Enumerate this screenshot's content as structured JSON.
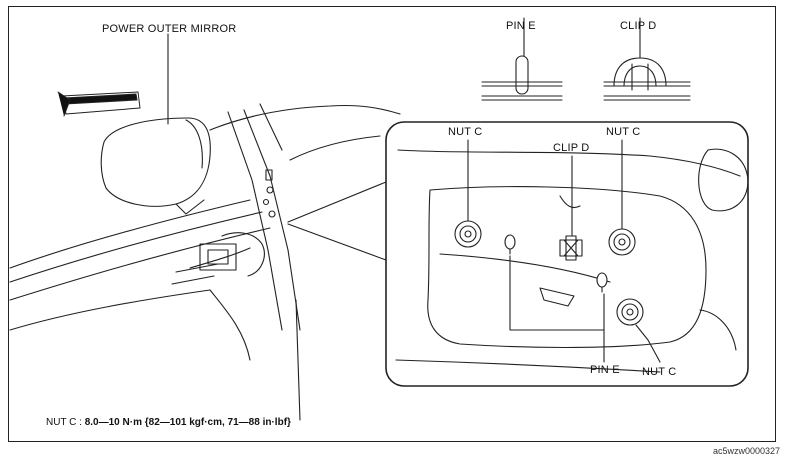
{
  "labels": {
    "power_outer_mirror": "POWER OUTER MIRROR",
    "pin_e_top": "PIN E",
    "clip_d_top": "CLIP D",
    "nut_c_left": "NUT C",
    "clip_d_detail": "CLIP D",
    "nut_c_right": "NUT C",
    "pin_e_bottom": "PIN E",
    "nut_c_bottom": "NUT C"
  },
  "spec": {
    "prefix": "NUT C : ",
    "torque": "8.0—10 N·m {82—101 kgf·cm, 71—88 in·lbf}"
  },
  "figure_id": "ac5wzw0000327"
}
